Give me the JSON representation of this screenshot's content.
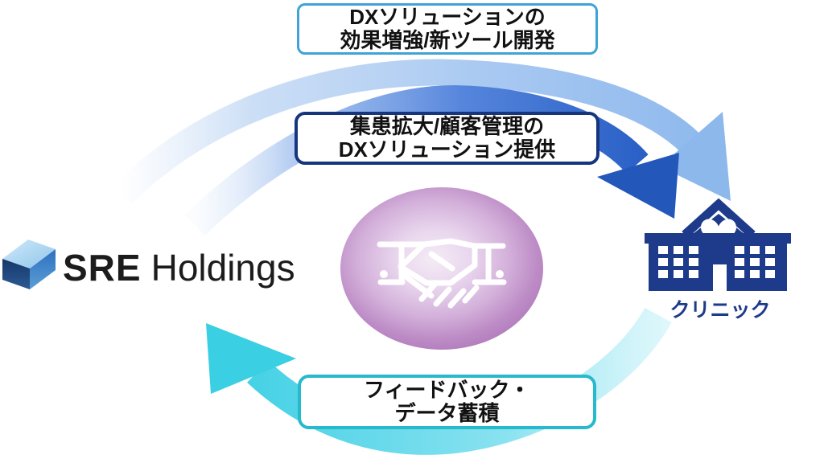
{
  "diagram": {
    "kind": "partnership-cycle",
    "left_entity": {
      "name": "SRE Holdings",
      "logo_primary": "SRE",
      "logo_secondary": "Holdings",
      "icon": "cube-3d-logo-icon"
    },
    "right_entity": {
      "name": "クリニック",
      "icon": "clinic-building-icon"
    },
    "center": {
      "icon": "handshake-icon"
    },
    "labels": {
      "top": {
        "line1": "DXソリューションの",
        "line2": "効果増強/新ツール開発"
      },
      "middle": {
        "line1": "集患拡大/顧客管理の",
        "line2": "DXソリューション提供"
      },
      "bottom": {
        "line1": "フィードバック・",
        "line2": "データ蓄積"
      }
    }
  },
  "colors": {
    "arrow_light_head": "#8db8ec",
    "arrow_dark_head": "#2457ba",
    "arrow_cyan_head": "#3bcfe4",
    "top_box_border": "#3fa3d6",
    "middle_box_border": "#16357d",
    "bottom_box_border": "#27b9cc",
    "oval_fill": "#bd8cc6",
    "clinic_navy": "#1e3a8a",
    "text_dark": "#111111"
  }
}
